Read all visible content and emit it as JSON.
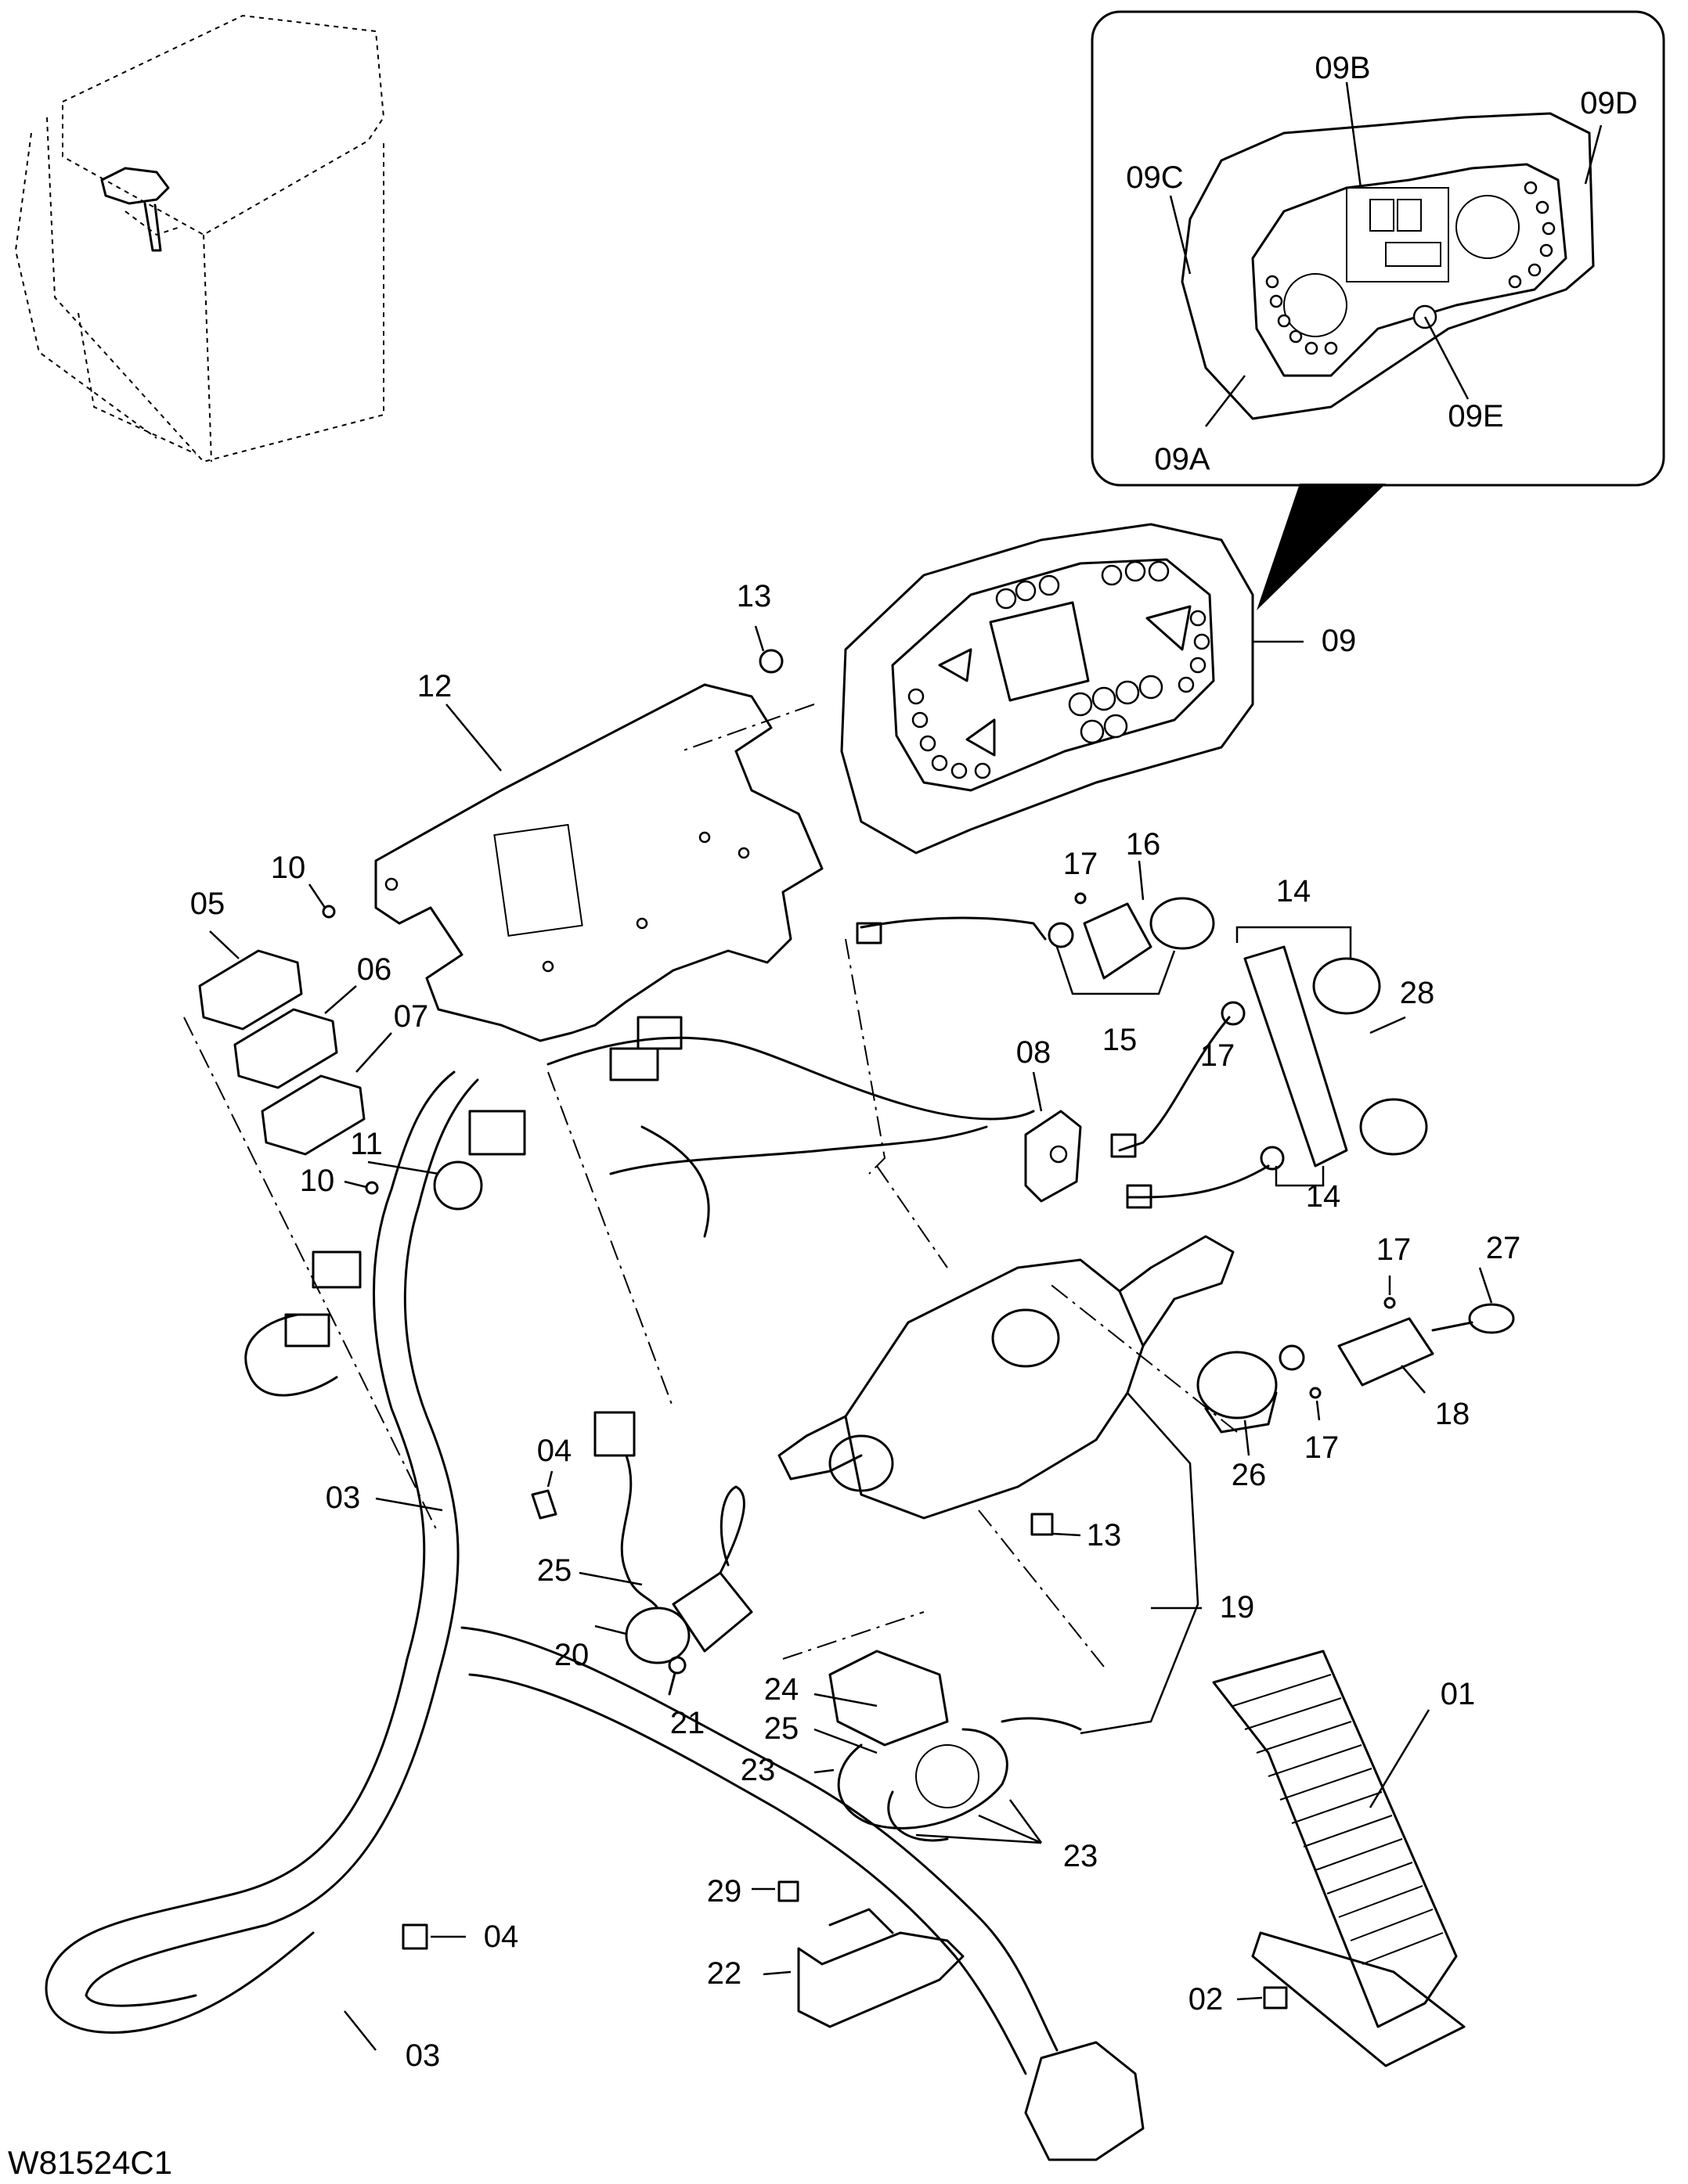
{
  "drawing_code": "W81524C1",
  "callouts": {
    "c01": "01",
    "c02": "02",
    "c03a": "03",
    "c03b": "03",
    "c04a": "04",
    "c04b": "04",
    "c05": "05",
    "c06": "06",
    "c07": "07",
    "c08": "08",
    "c09": "09",
    "c09A": "09A",
    "c09B": "09B",
    "c09C": "09C",
    "c09D": "09D",
    "c09E": "09E",
    "c10a": "10",
    "c10b": "10",
    "c11": "11",
    "c12": "12",
    "c13a": "13",
    "c13b": "13",
    "c14a": "14",
    "c14b": "14",
    "c15": "15",
    "c16": "16",
    "c17a": "17",
    "c17b": "17",
    "c17c": "17",
    "c17d": "17",
    "c18": "18",
    "c19": "19",
    "c20": "20",
    "c21": "21",
    "c22": "22",
    "c23a": "23",
    "c23b": "23",
    "c24": "24",
    "c25a": "25",
    "c25b": "25",
    "c26": "26",
    "c27": "27",
    "c28": "28",
    "c29": "29"
  }
}
